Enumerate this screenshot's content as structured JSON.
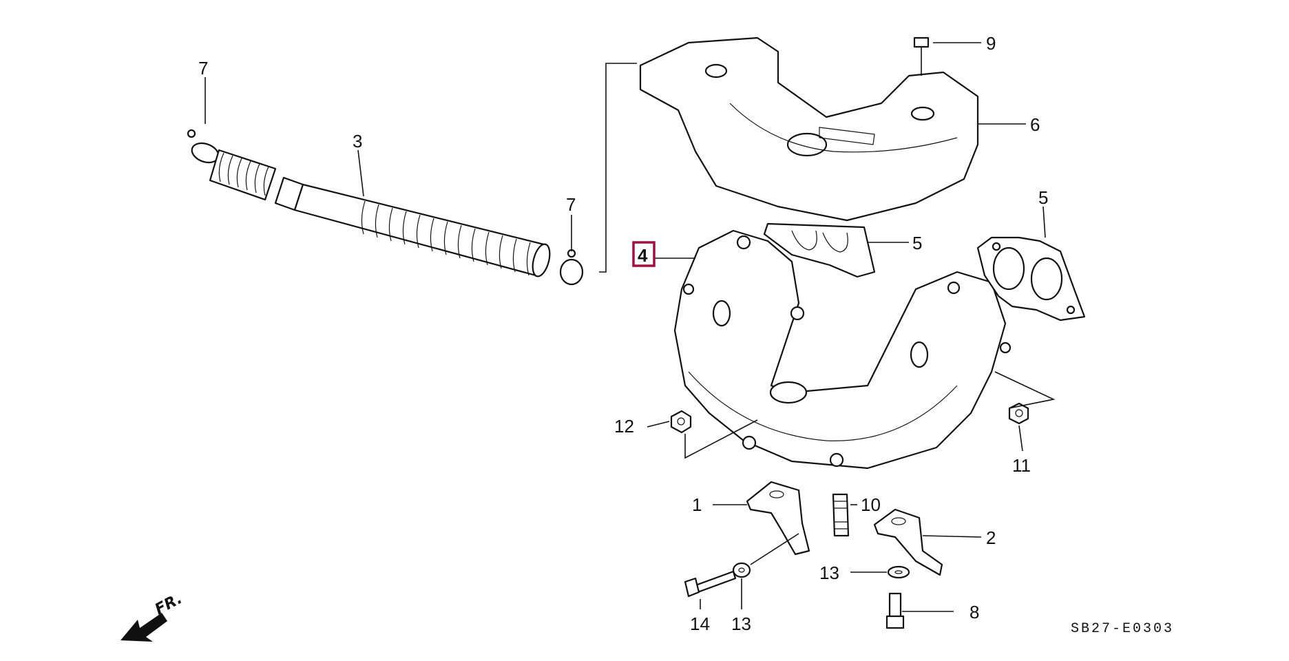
{
  "diagram": {
    "callouts": {
      "c1": "1",
      "c2": "2",
      "c3": "3",
      "c4": "4",
      "c5a": "5",
      "c5b": "5",
      "c6": "6",
      "c7a": "7",
      "c7b": "7",
      "c8": "8",
      "c9": "9",
      "c10": "10",
      "c11": "11",
      "c12": "12",
      "c13a": "13",
      "c13b": "13",
      "c14": "14"
    },
    "front_label": "FR.",
    "diagram_code": "SB27-E0303",
    "highlight_color": "#a0103a",
    "highlighted_callout": "4"
  }
}
